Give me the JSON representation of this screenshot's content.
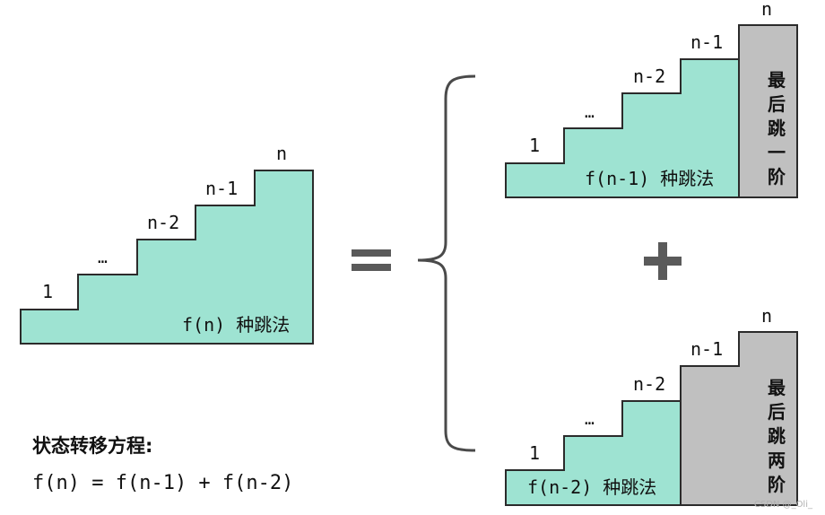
{
  "labels": {
    "step_1": "1",
    "step_dots": "…",
    "step_n_minus_2": "n-2",
    "step_n_minus_1": "n-1",
    "step_n": "n"
  },
  "left_caption": "f(n) 种跳法",
  "top_caption": "f(n-1) 种跳法",
  "bottom_caption": "f(n-2) 种跳法",
  "top_last": [
    "最",
    "后",
    "跳",
    "一",
    "阶"
  ],
  "bottom_last": [
    "最",
    "后",
    "跳",
    "两",
    "阶"
  ],
  "formula": {
    "title": "状态转移方程:",
    "equation": "f(n) = f(n-1) + f(n-2)"
  },
  "watermark": "CSDN @_Oli_",
  "colors": {
    "stair_fill": "#9ee3d2",
    "last_fill": "#c0c0c0",
    "symbol": "#5a5a5a",
    "outline": "#2b2b2b"
  }
}
